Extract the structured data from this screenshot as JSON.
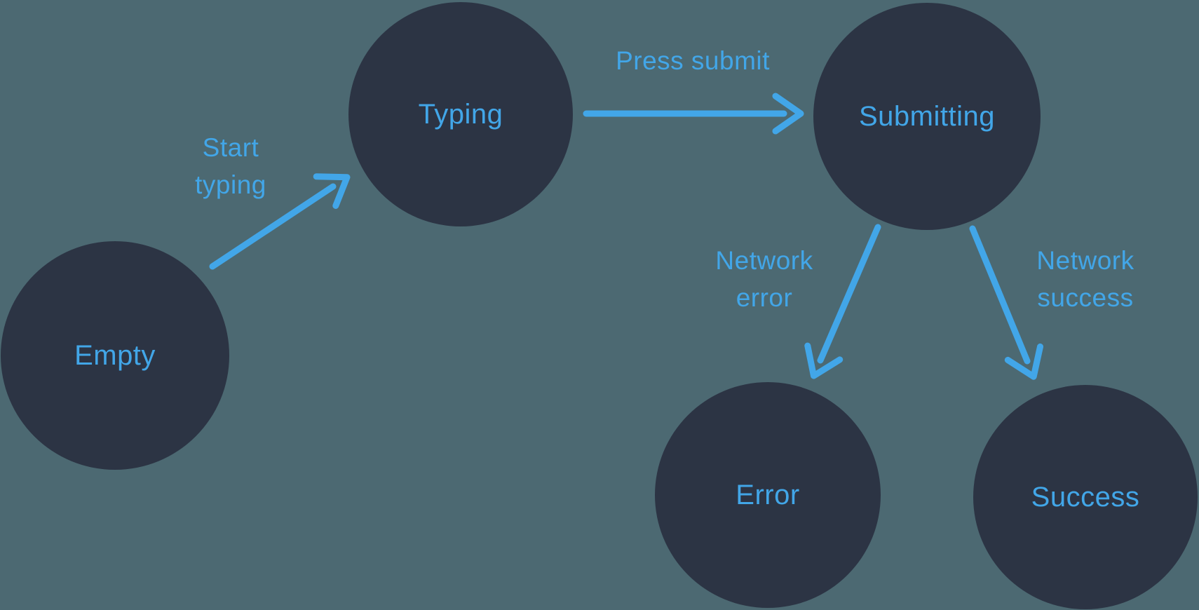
{
  "diagram": {
    "type": "state-machine",
    "colors": {
      "background": "#4C6972",
      "state_fill": "#2C3444",
      "accent": "#42A6E8"
    },
    "states": [
      {
        "id": "empty",
        "label": "Empty"
      },
      {
        "id": "typing",
        "label": "Typing"
      },
      {
        "id": "submitting",
        "label": "Submitting"
      },
      {
        "id": "error",
        "label": "Error"
      },
      {
        "id": "success",
        "label": "Success"
      }
    ],
    "transitions": [
      {
        "id": "start-typing",
        "from": "empty",
        "to": "typing",
        "label_lines": [
          "Start",
          "typing"
        ]
      },
      {
        "id": "press-submit",
        "from": "typing",
        "to": "submitting",
        "label_lines": [
          "Press submit"
        ]
      },
      {
        "id": "network-error",
        "from": "submitting",
        "to": "error",
        "label_lines": [
          "Network",
          "error"
        ]
      },
      {
        "id": "network-success",
        "from": "submitting",
        "to": "success",
        "label_lines": [
          "Network",
          "success"
        ]
      }
    ]
  }
}
